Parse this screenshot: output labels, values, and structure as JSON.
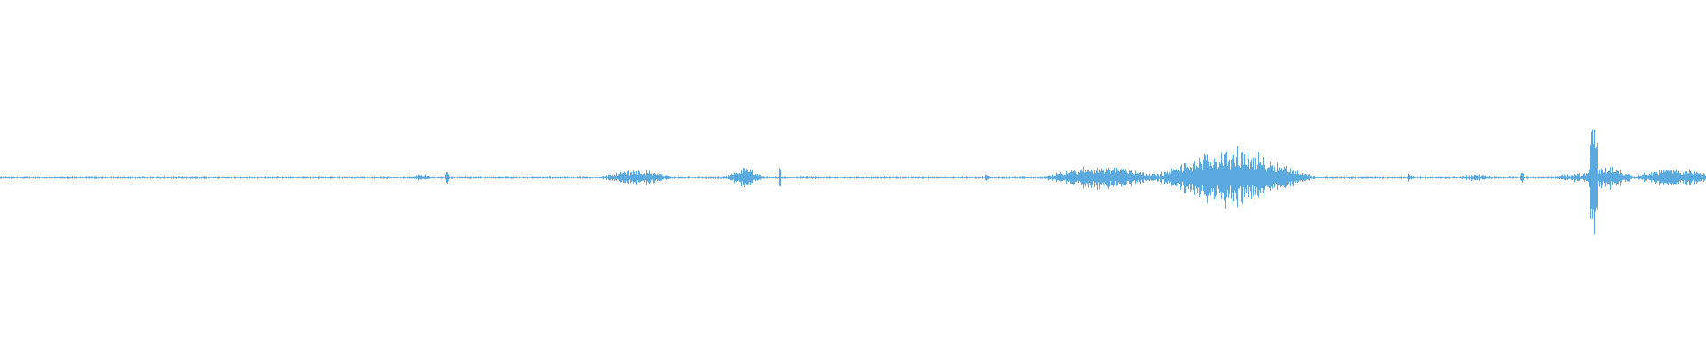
{
  "waveform": {
    "color": "#5aaae0",
    "background": "#ffffff",
    "baseline_style": "thin-line",
    "bursts": [
      {
        "center": 0.247,
        "span": 0.008,
        "amplitude": 0.01
      },
      {
        "center": 0.262,
        "span": 0.002,
        "amplitude": 0.02
      },
      {
        "center": 0.373,
        "span": 0.03,
        "amplitude": 0.02
      },
      {
        "center": 0.436,
        "span": 0.014,
        "amplitude": 0.026
      },
      {
        "center": 0.457,
        "span": 0.001,
        "amplitude": 0.035
      },
      {
        "center": 0.578,
        "span": 0.004,
        "amplitude": 0.008
      },
      {
        "center": 0.647,
        "span": 0.048,
        "amplitude": 0.032
      },
      {
        "center": 0.722,
        "span": 0.058,
        "amplitude": 0.075
      },
      {
        "center": 0.826,
        "span": 0.002,
        "amplitude": 0.016
      },
      {
        "center": 0.865,
        "span": 0.016,
        "amplitude": 0.01
      },
      {
        "center": 0.892,
        "span": 0.002,
        "amplitude": 0.016
      },
      {
        "center": 0.924,
        "span": 0.02,
        "amplitude": 0.012
      },
      {
        "center": 0.934,
        "span": 0.004,
        "amplitude": 0.175
      },
      {
        "center": 0.942,
        "span": 0.022,
        "amplitude": 0.03
      },
      {
        "center": 0.982,
        "span": 0.038,
        "amplitude": 0.024
      }
    ]
  }
}
